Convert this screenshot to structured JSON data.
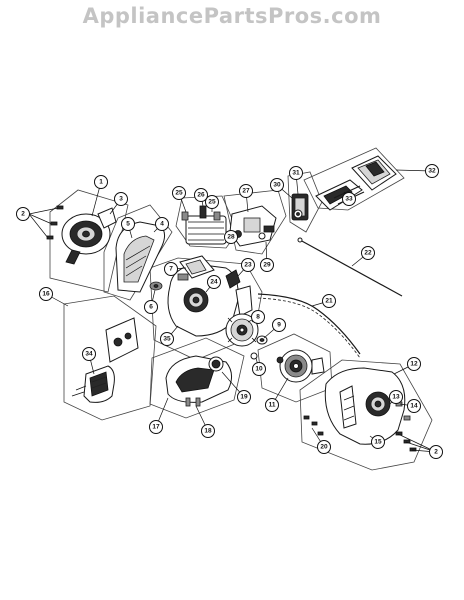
{
  "watermark": "AppliancePartsPros.com",
  "callouts": [
    {
      "label": "1"
    },
    {
      "label": "2"
    },
    {
      "label": "3"
    },
    {
      "label": "4"
    },
    {
      "label": "5"
    },
    {
      "label": "6"
    },
    {
      "label": "7"
    },
    {
      "label": "8"
    },
    {
      "label": "9"
    },
    {
      "label": "10"
    },
    {
      "label": "11"
    },
    {
      "label": "12"
    },
    {
      "label": "13"
    },
    {
      "label": "14"
    },
    {
      "label": "15"
    },
    {
      "label": "16"
    },
    {
      "label": "17"
    },
    {
      "label": "18"
    },
    {
      "label": "19"
    },
    {
      "label": "20"
    },
    {
      "label": "21"
    },
    {
      "label": "22"
    },
    {
      "label": "23"
    },
    {
      "label": "24"
    },
    {
      "label": "25"
    },
    {
      "label": "25"
    },
    {
      "label": "26"
    },
    {
      "label": "27"
    },
    {
      "label": "28"
    },
    {
      "label": "29"
    },
    {
      "label": "30"
    },
    {
      "label": "31"
    },
    {
      "label": "32"
    },
    {
      "label": "33"
    },
    {
      "label": "34"
    },
    {
      "label": "35"
    },
    {
      "label": "2"
    }
  ]
}
